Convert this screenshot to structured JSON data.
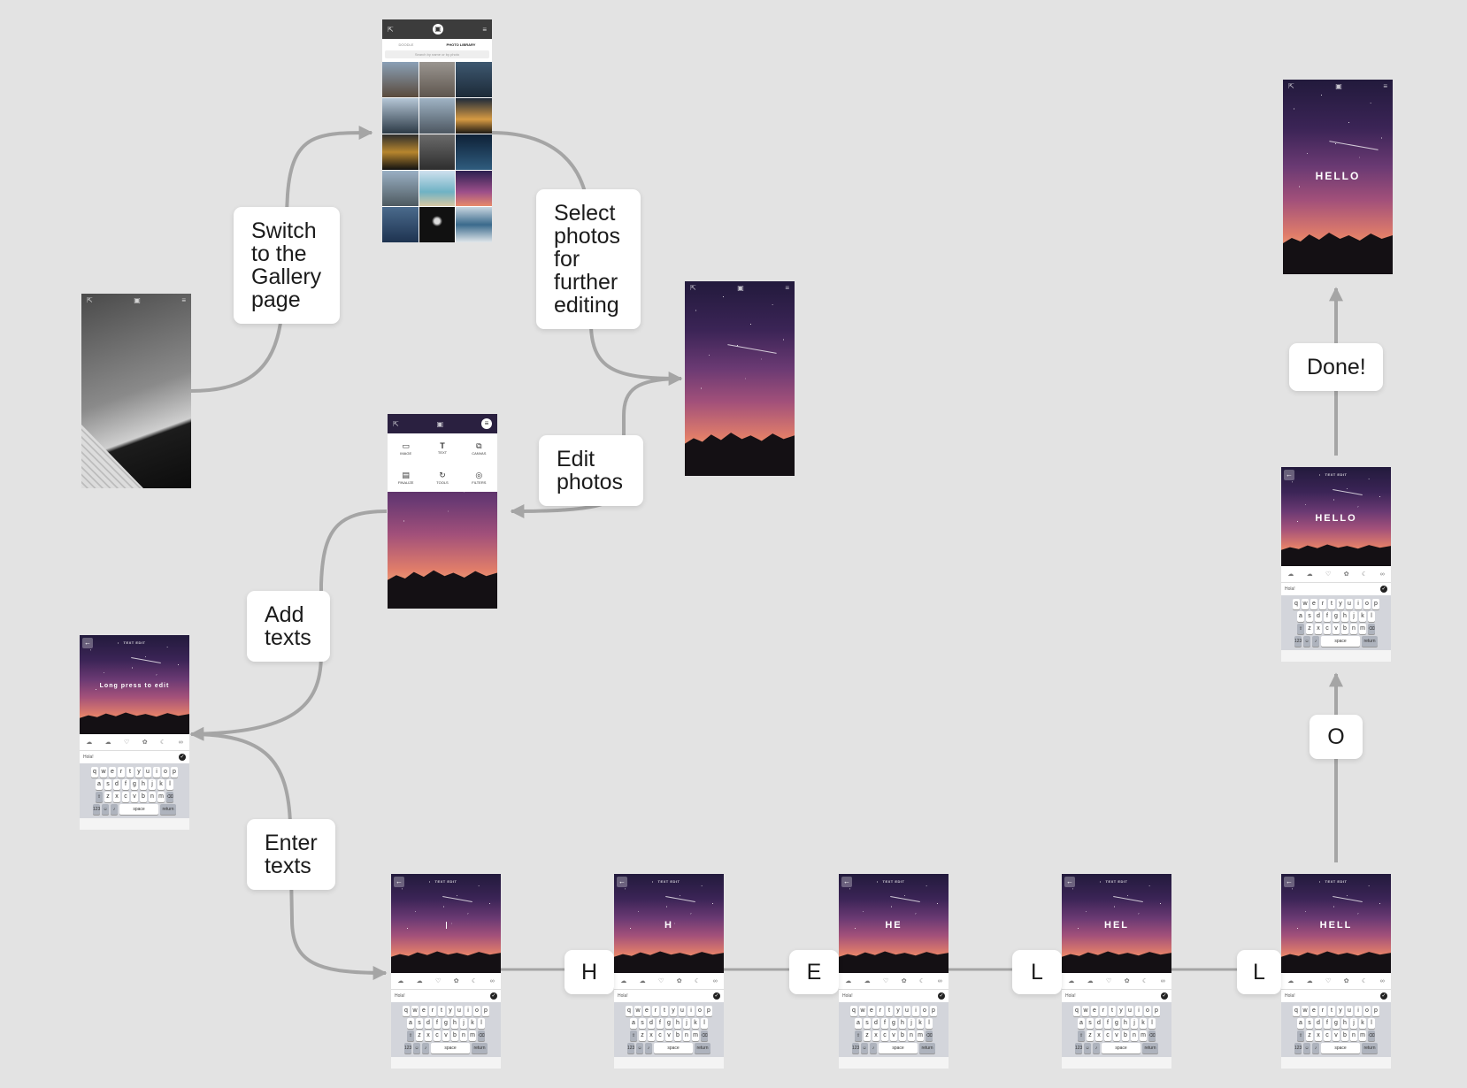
{
  "labels": {
    "switch_gallery": "Switch\nto the\nGallery\npage",
    "select_photos": "Select\nphotos\nfor\nfurther\nediting",
    "edit_photos": "Edit\nphotos",
    "add_texts": "Add\ntexts",
    "enter_texts": "Enter\ntexts",
    "done": "Done!"
  },
  "keys": {
    "h": "H",
    "e": "E",
    "l1": "L",
    "l2": "L",
    "o": "O"
  },
  "gallery": {
    "tab_left": "DOODLE",
    "tab_right": "PHOTO LIBRARY",
    "search_placeholder": "Search by name or by photo"
  },
  "menu": {
    "items": [
      "IMAGE",
      "TEXT",
      "CANVAS",
      "FINALIZE",
      "TOOLS",
      "FILTERS"
    ]
  },
  "text_edit": {
    "header": "TEXT EDIT",
    "hint": "Long press to edit",
    "input_value": "Hola!",
    "states": [
      "",
      "H",
      "HE",
      "HEL",
      "HELL",
      "HELLO"
    ],
    "final_text": "HELLO"
  },
  "keyboard": {
    "row1": [
      "q",
      "w",
      "e",
      "r",
      "t",
      "y",
      "u",
      "i",
      "o",
      "p"
    ],
    "row2": [
      "a",
      "s",
      "d",
      "f",
      "g",
      "h",
      "j",
      "k",
      "l"
    ],
    "row3": [
      "z",
      "x",
      "c",
      "v",
      "b",
      "n",
      "m"
    ],
    "num": "123",
    "space": "space",
    "return": "return"
  },
  "colors": {
    "arrow": "#a5a5a5",
    "background": "#e3e3e3"
  }
}
